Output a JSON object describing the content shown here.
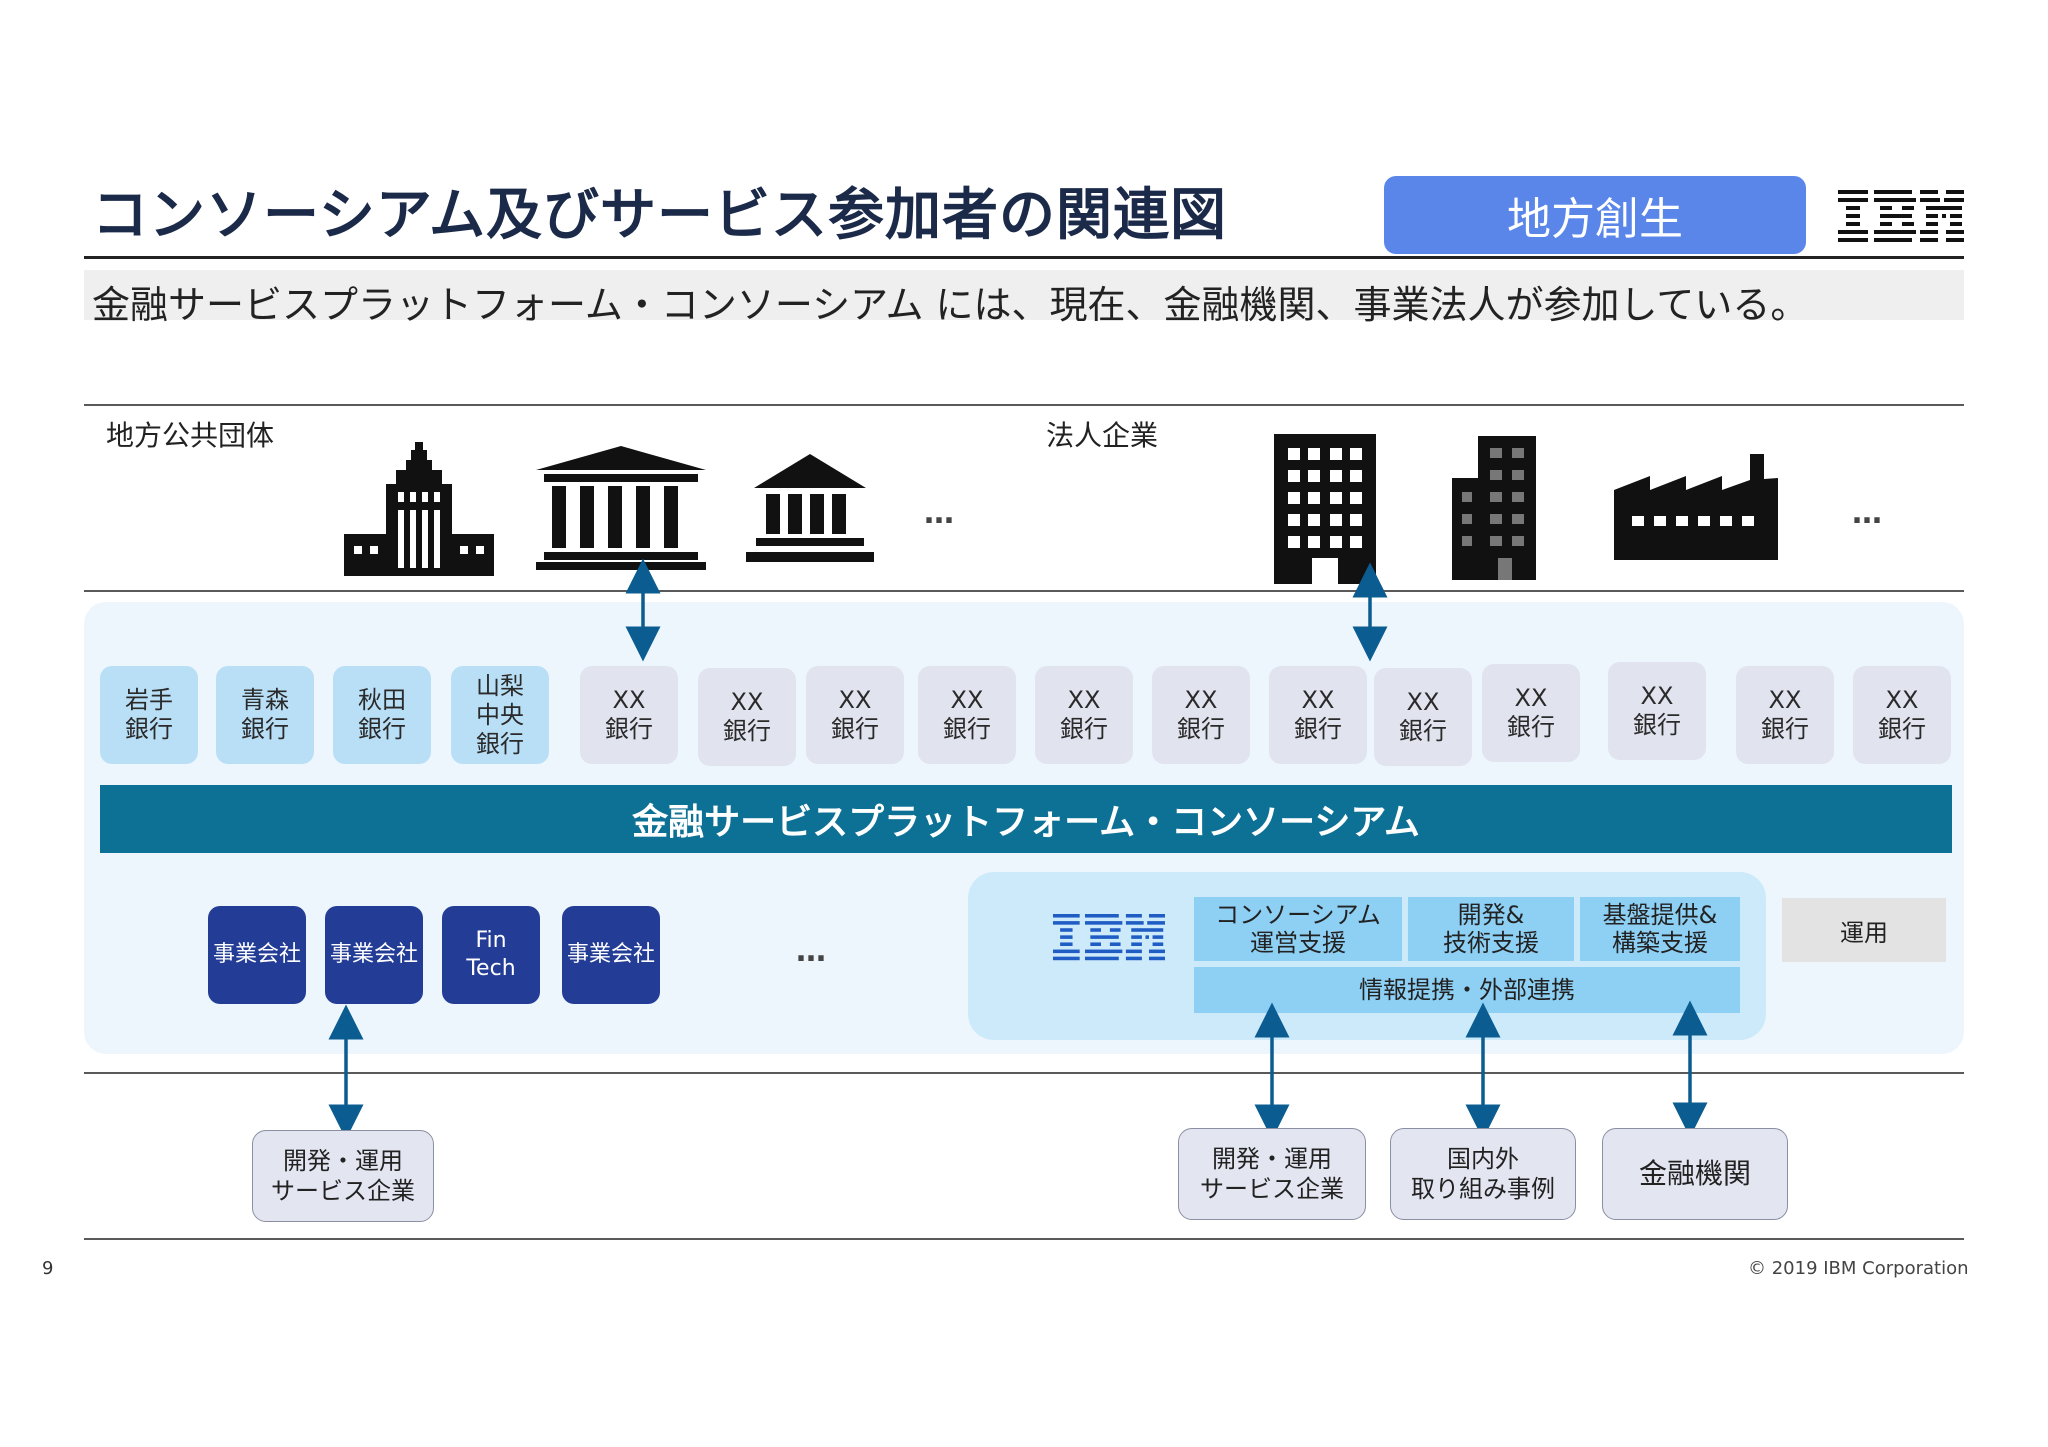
{
  "header": {
    "title": "コンソーシアム及びサービス参加者の関連図",
    "badge": "地方創生",
    "logo_text": "IBM"
  },
  "subtitle": "金融サービスプラットフォーム・コンソーシアム には、現在、金融機関、事業法人が参加している。",
  "groups": {
    "local_gov": "地方公共団体",
    "corporate": "法人企業",
    "ellipsis": "…"
  },
  "banks": [
    {
      "line1": "岩手",
      "line2": "銀行",
      "line3": ""
    },
    {
      "line1": "青森",
      "line2": "銀行",
      "line3": ""
    },
    {
      "line1": "秋田",
      "line2": "銀行",
      "line3": ""
    },
    {
      "line1": "山梨",
      "line2": "中央",
      "line3": "銀行"
    },
    {
      "line1": "XX",
      "line2": "銀行",
      "line3": ""
    },
    {
      "line1": "XX",
      "line2": "銀行",
      "line3": ""
    },
    {
      "line1": "XX",
      "line2": "銀行",
      "line3": ""
    },
    {
      "line1": "XX",
      "line2": "銀行",
      "line3": ""
    },
    {
      "line1": "XX",
      "line2": "銀行",
      "line3": ""
    },
    {
      "line1": "XX",
      "line2": "銀行",
      "line3": ""
    },
    {
      "line1": "XX",
      "line2": "銀行",
      "line3": ""
    },
    {
      "line1": "XX",
      "line2": "銀行",
      "line3": ""
    },
    {
      "line1": "XX",
      "line2": "銀行",
      "line3": ""
    },
    {
      "line1": "XX",
      "line2": "銀行",
      "line3": ""
    },
    {
      "line1": "XX",
      "line2": "銀行",
      "line3": ""
    },
    {
      "line1": "XX",
      "line2": "銀行",
      "line3": ""
    }
  ],
  "platform": "金融サービスプラットフォーム・コンソーシアム",
  "companies": [
    {
      "line1": "事業会社",
      "line2": ""
    },
    {
      "line1": "事業会社",
      "line2": ""
    },
    {
      "line1": "Fin",
      "line2": "Tech"
    },
    {
      "line1": "事業会社",
      "line2": ""
    }
  ],
  "companies_ellipsis": "…",
  "ibm_services": {
    "logo_text": "IBM",
    "cell1": {
      "line1": "コンソーシアム",
      "line2": "運営支援"
    },
    "cell2": {
      "line1": "開発&",
      "line2": "技術支援"
    },
    "cell3": {
      "line1": "基盤提供&",
      "line2": "構築支援"
    },
    "wide": "情報提携・外部連携",
    "ops": "運用"
  },
  "bottom": [
    {
      "line1": "開発・運用",
      "line2": "サービス企業"
    },
    {
      "line1": "開発・運用",
      "line2": "サービス企業"
    },
    {
      "line1": "国内外",
      "line2": "取り組み事例"
    },
    {
      "line1": "金融機関",
      "line2": ""
    }
  ],
  "footer": {
    "page": "9",
    "copyright": "© 2019 IBM Corporation"
  },
  "colors": {
    "title": "#1c2a4a",
    "badge": "#5a86ea",
    "platform": "#0d7196",
    "company": "#233d96",
    "bank_named": "#b9dff7",
    "bank_xx": "#e1e3ef",
    "arrow": "#0b5c91"
  }
}
